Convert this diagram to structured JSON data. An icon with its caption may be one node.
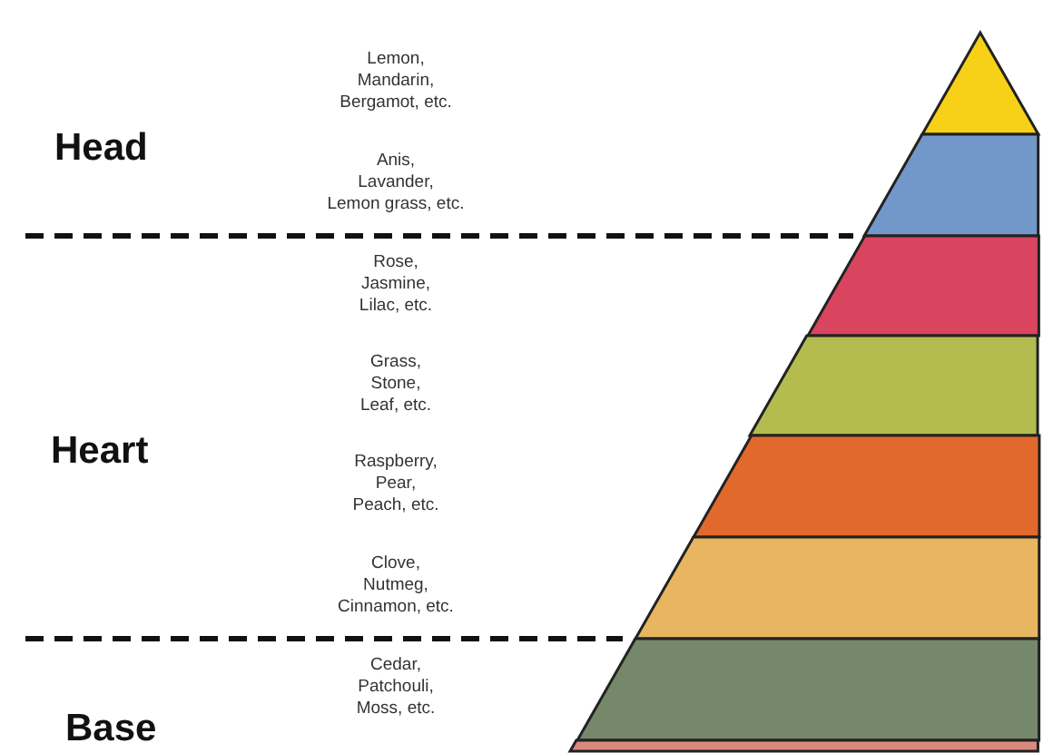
{
  "diagram": {
    "nodes": [
      {
        "text": [],
        "shape": "triangle"
      },
      {
        "text": [],
        "shape": "trapezoid"
      },
      {
        "text": [],
        "shape": "trapezoid"
      },
      {
        "text": [],
        "shape": "trapezoid"
      },
      {
        "text": [],
        "shape": "trapezoid"
      },
      {
        "text": [],
        "shape": "trapezoid"
      },
      {
        "text": [],
        "shape": "trapezoid"
      },
      {
        "text": [],
        "shape": "trapezoid"
      }
    ],
    "edges": [],
    "labels": [
      "Lemon, Mandarin, Bergamot, etc.",
      "Head",
      "Anis, Lavander, Lemon grass, etc.",
      "Rose, Jasmine, Lilac, etc.",
      "Grass, Stone, Leaf, etc.",
      "Heart",
      "Raspberry, Pear, Peach, etc.",
      "Clove, Nutmeg, Cinnamon, etc.",
      "Cedar, Patchouli, Moss, etc.",
      "Base"
    ]
  }
}
